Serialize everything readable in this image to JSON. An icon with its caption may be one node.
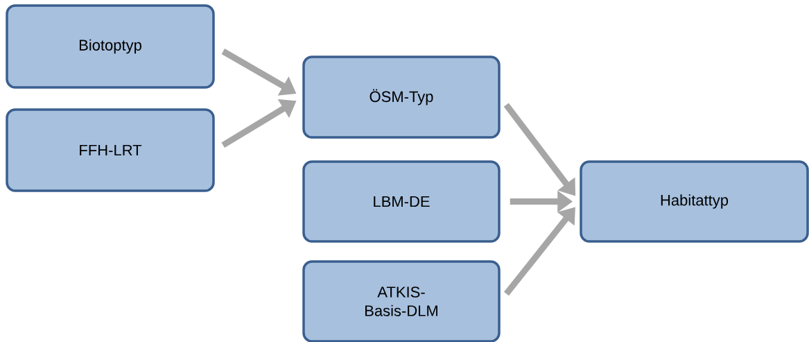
{
  "diagram": {
    "nodes": [
      {
        "text": [
          "Biotoptyp"
        ]
      },
      {
        "text": [
          "FFH-LRT"
        ]
      },
      {
        "text": [
          "ÖSM-Typ"
        ]
      },
      {
        "text": [
          "LBM-DE"
        ]
      },
      {
        "text": [
          "ATKIS-Basis-DLM"
        ]
      },
      {
        "text": [
          "Habitattyp"
        ]
      }
    ],
    "edges": [
      {
        "from": 0,
        "to": 2,
        "arrow": "to"
      },
      {
        "from": 1,
        "to": 2,
        "arrow": "to"
      },
      {
        "from": 2,
        "to": 5,
        "arrow": "to"
      },
      {
        "from": 3,
        "to": 5,
        "arrow": "to"
      },
      {
        "from": 4,
        "to": 5,
        "arrow": "to"
      }
    ]
  }
}
